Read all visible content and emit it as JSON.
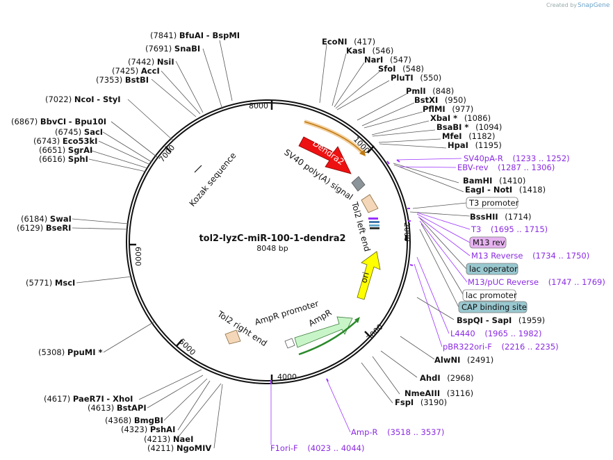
{
  "credit": {
    "created_by": "Created by",
    "brand": "SnapGene"
  },
  "plasmid": {
    "name": "tol2-lyzC-miR-100-1-dendra2",
    "size": "8048 bp"
  },
  "ticks": [
    "1000",
    "2000",
    "3000",
    "4000",
    "5000",
    "6000",
    "7000",
    "8000"
  ],
  "features": {
    "dendra2": "Dendra2",
    "sv40": "SV40 poly(A) signal",
    "tol2_left": "Tol2 left end",
    "ori": "ori",
    "ampr": "AmpR",
    "ampr_promoter": "AmpR promoter",
    "tol2_right": "Tol2 right end",
    "kozak": "Kozak sequence"
  },
  "left_sites": [
    {
      "pos": "(7841)",
      "name": "BfuAI",
      "extra": "- BspMI"
    },
    {
      "pos": "(7691)",
      "name": "SnaBI",
      "extra": ""
    },
    {
      "pos": "(7442)",
      "name": "NsiI",
      "extra": ""
    },
    {
      "pos": "(7425)",
      "name": "AccI",
      "extra": ""
    },
    {
      "pos": "(7353)",
      "name": "BstBI",
      "extra": ""
    },
    {
      "pos": "(7022)",
      "name": "NcoI",
      "extra": "- StyI"
    },
    {
      "pos": "(6867)",
      "name": "BbvCI",
      "extra": "- Bpu10I"
    },
    {
      "pos": "(6745)",
      "name": "SacI",
      "extra": ""
    },
    {
      "pos": "(6743)",
      "name": "Eco53kI",
      "extra": ""
    },
    {
      "pos": "(6651)",
      "name": "SgrAI",
      "extra": ""
    },
    {
      "pos": "(6616)",
      "name": "SphI",
      "extra": ""
    },
    {
      "pos": "(6184)",
      "name": "SwaI",
      "extra": ""
    },
    {
      "pos": "(6129)",
      "name": "BseRI",
      "extra": ""
    },
    {
      "pos": "(5771)",
      "name": "MscI",
      "extra": ""
    },
    {
      "pos": "(5308)",
      "name": "PpuMI *",
      "extra": ""
    },
    {
      "pos": "(4617)",
      "name": "PaeR7I",
      "extra": "- XhoI"
    },
    {
      "pos": "(4613)",
      "name": "BstAPI",
      "extra": ""
    },
    {
      "pos": "(4368)",
      "name": "BmgBI",
      "extra": ""
    },
    {
      "pos": "(4323)",
      "name": "PshAI",
      "extra": ""
    },
    {
      "pos": "(4213)",
      "name": "NaeI",
      "extra": ""
    },
    {
      "pos": "(4211)",
      "name": "NgoMIV",
      "extra": ""
    }
  ],
  "right_sites": [
    {
      "name": "EcoNI",
      "pos": "(417)"
    },
    {
      "name": "KasI",
      "pos": "(546)"
    },
    {
      "name": "NarI",
      "pos": "(547)"
    },
    {
      "name": "SfoI",
      "pos": "(548)"
    },
    {
      "name": "PluTI",
      "pos": "(550)"
    },
    {
      "name": "PmlI",
      "pos": "(848)"
    },
    {
      "name": "BstXI",
      "pos": "(950)"
    },
    {
      "name": "PflMI",
      "pos": "(977)"
    },
    {
      "name": "XbaI *",
      "pos": "(1086)"
    },
    {
      "name": "BsaBI *",
      "pos": "(1094)"
    },
    {
      "name": "MfeI",
      "pos": "(1182)"
    },
    {
      "name": "HpaI",
      "pos": "(1195)"
    },
    {
      "name": "BamHI",
      "pos": "(1410)"
    },
    {
      "name": "EagI - NotI",
      "pos": "(1418)"
    },
    {
      "name": "BssHII",
      "pos": "(1714)"
    },
    {
      "name": "BspQI - SapI",
      "pos": "(1959)"
    },
    {
      "name": "AlwNI",
      "pos": "(2491)"
    },
    {
      "name": "AhdI",
      "pos": "(2968)"
    },
    {
      "name": "NmeAIII",
      "pos": "(3116)"
    },
    {
      "name": "FspI",
      "pos": "(3190)"
    }
  ],
  "primers": [
    {
      "name": "SV40pA-R",
      "range": "(1233 .. 1252)"
    },
    {
      "name": "EBV-rev",
      "range": "(1287 .. 1306)"
    },
    {
      "name": "T3",
      "range": "(1695 .. 1715)"
    },
    {
      "name": "M13 Reverse",
      "range": "(1734 .. 1750)"
    },
    {
      "name": "M13/pUC Reverse",
      "range": "(1747 .. 1769)"
    },
    {
      "name": "L4440",
      "range": "(1965 .. 1982)"
    },
    {
      "name": "pBR322ori-F",
      "range": "(2216 .. 2235)"
    },
    {
      "name": "Amp-R",
      "range": "(3518 .. 3537)"
    },
    {
      "name": "F1ori-F",
      "range": "(4023 .. 4044)"
    }
  ],
  "boxed_features": [
    {
      "name": "T3 promoter"
    },
    {
      "name": "M13 rev"
    },
    {
      "name": "lac operator"
    },
    {
      "name": "lac promoter"
    },
    {
      "name": "CAP binding site"
    }
  ],
  "colors": {
    "dendra2": "#ee1111",
    "ori": "#ffff00",
    "ampr": "#c8f5c8",
    "primer": "#9b30ff",
    "m13rev": "#e6b3f0",
    "lacop": "#99c8d0",
    "feature_orange": "#f3d7b8"
  }
}
